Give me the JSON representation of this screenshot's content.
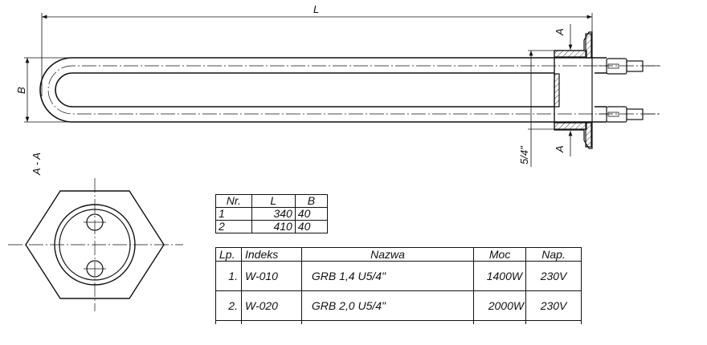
{
  "drawing": {
    "dim_length_label": "L",
    "dim_width_label": "B",
    "section_mark": "A",
    "thread_label": "5/4\"",
    "section_title": "A - A"
  },
  "dimension_table": {
    "headers": [
      "Nr.",
      "L",
      "B"
    ],
    "rows": [
      [
        "1",
        "340",
        "40"
      ],
      [
        "2",
        "410",
        "40"
      ]
    ]
  },
  "product_table": {
    "headers": [
      "Lp.",
      "Indeks",
      "Nazwa",
      "Moc",
      "Nap."
    ],
    "rows": [
      [
        "1.",
        "W-010",
        "GRB 1,4 U5/4\"",
        "1400W",
        "230V"
      ],
      [
        "2.",
        "W-020",
        "GRB 2,0 U5/4\"",
        "2000W",
        "230V"
      ]
    ]
  }
}
